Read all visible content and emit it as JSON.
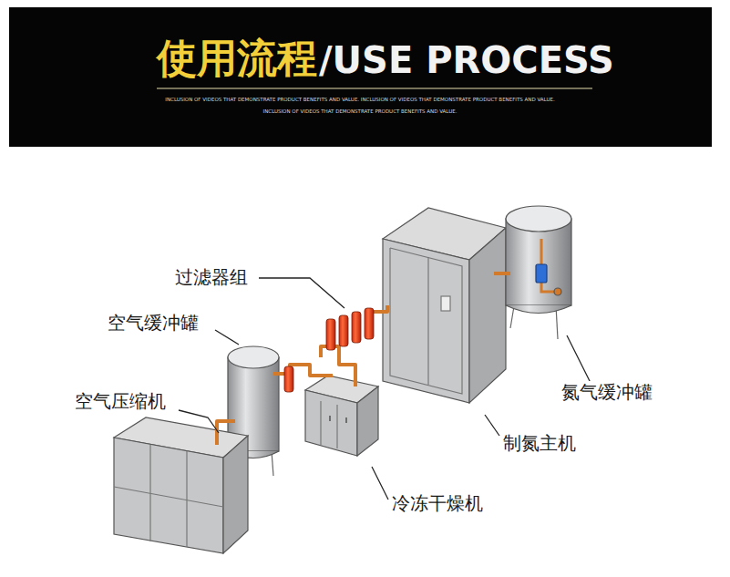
{
  "diagram": {
    "title": "使用流程",
    "labels": [
      "/USE PROCESS",
      "INCLUSION OF VIDEOS THAT DEMONSTRATE PRODUCT BENEFITS AND VALUE. INCLUSION OF VIDEOS THAT DEMONSTRATE PRODUCT BENEFITS AND VALUE.",
      "INCLUSION OF VIDEOS THAT DEMONSTRATE PRODUCT BENEFITS AND VALUE.",
      "过滤器组",
      "空气缓冲罐",
      "空气压缩机",
      "氮气缓冲罐",
      "制氮主机",
      "冷冻干燥机"
    ]
  }
}
